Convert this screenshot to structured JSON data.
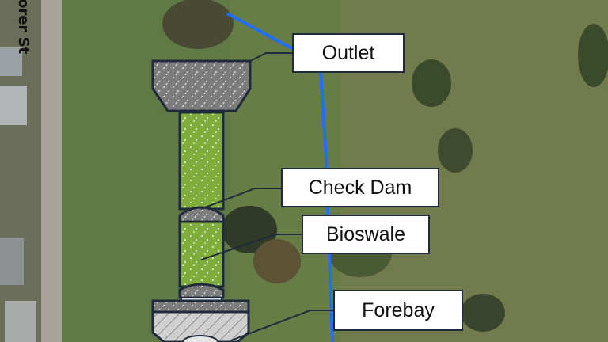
{
  "map": {
    "street_label": "orer St",
    "labels": {
      "outlet": "Outlet",
      "check_dam": "Check Dam",
      "bioswale": "Bioswale",
      "forebay": "Forebay"
    },
    "colors": {
      "water_line": "#1e6fff",
      "outlet_fill": "#7c7c7c",
      "bioswale_fill": "#7fad3c",
      "forebay_fill": "#cfcfcf",
      "outline": "#1f2a3a",
      "callout_border": "#1f2a3a"
    }
  }
}
